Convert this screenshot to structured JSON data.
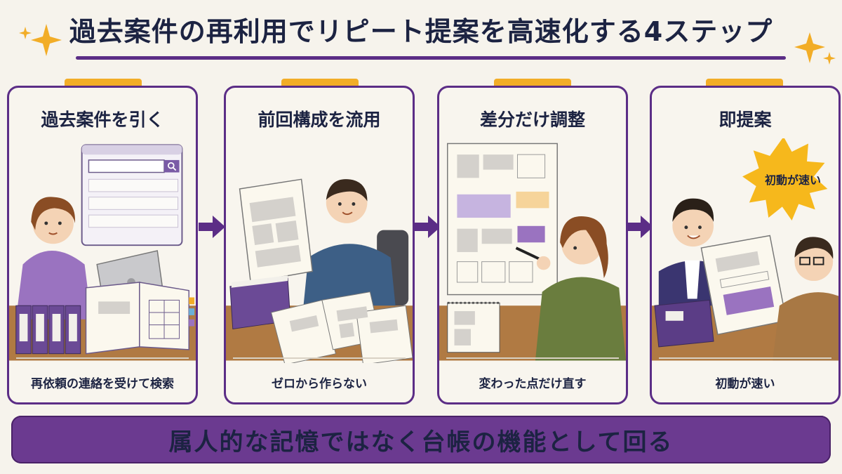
{
  "title": "過去案件の再利用でリピート提案を高速化する4ステップ",
  "steps": [
    {
      "title": "過去案件を引く",
      "caption": "再依頼の連絡を受けて検索"
    },
    {
      "title": "前回構成を流用",
      "caption": "ゼロから作らない"
    },
    {
      "title": "差分だけ調整",
      "caption": "変わった点だけ直す"
    },
    {
      "title": "即提案",
      "caption": "初動が速い",
      "burst_label": "初動が速い"
    }
  ],
  "banner": "属人的な記憶ではなく台帳の機能として回る",
  "colors": {
    "accent_purple": "#5b2d86",
    "banner_purple": "#6b3a90",
    "tab_orange": "#f2ad27",
    "burst_yellow": "#f6b81c",
    "text_navy": "#1c2342",
    "background": "#f6f3ec"
  }
}
